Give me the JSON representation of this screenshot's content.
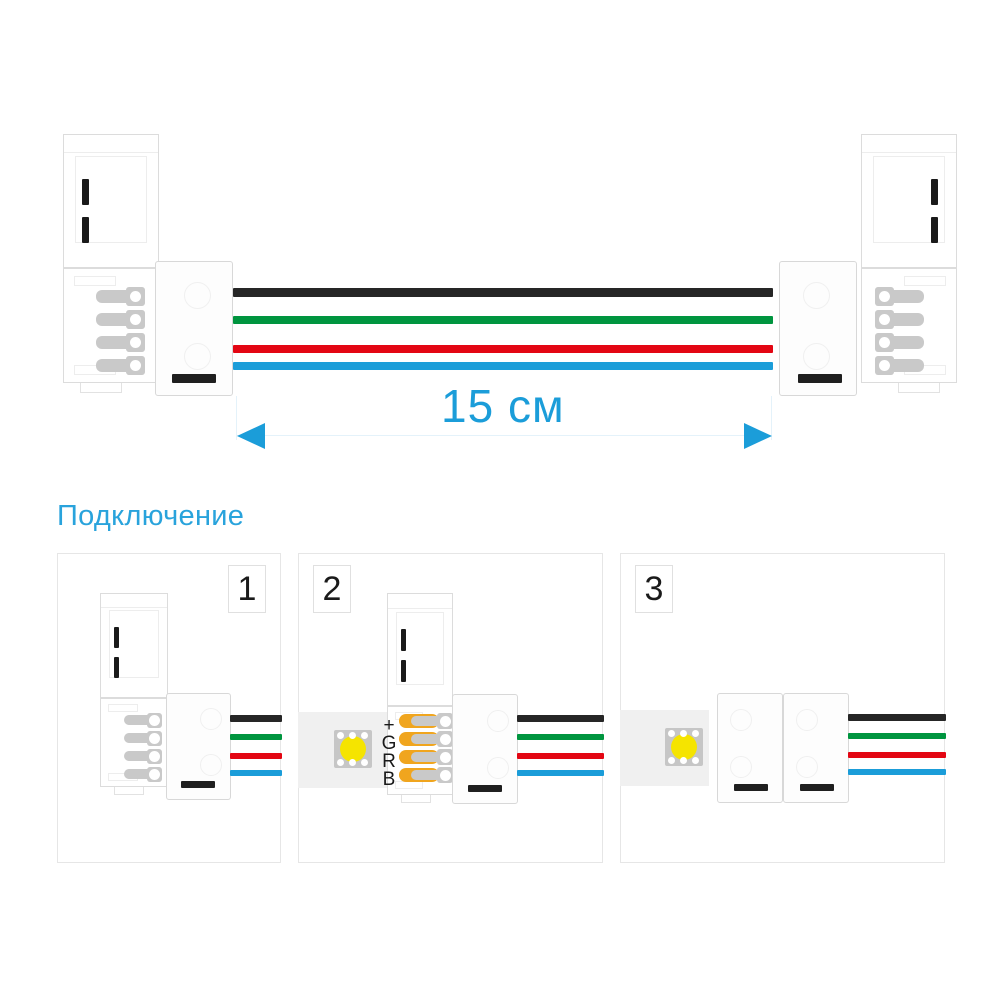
{
  "diagram": {
    "title_alt": "RGB LED strip jumper connector with 15 cm cable",
    "dimension": {
      "label": "15 см",
      "value": 15,
      "unit": "см",
      "color": "#1b9dd9"
    },
    "wires": [
      {
        "name": "black",
        "role": "+",
        "color": "#262626"
      },
      {
        "name": "green",
        "role": "G",
        "color": "#00953f"
      },
      {
        "name": "red",
        "role": "R",
        "color": "#e30613"
      },
      {
        "name": "blue",
        "role": "B",
        "color": "#1b9dd9"
      }
    ],
    "connector_colors": {
      "body": "#ffffff",
      "body_border": "#dcdcdc",
      "metal": "#c9c9c9",
      "slot": "#1a1a1a",
      "copper": "#f0a51e",
      "led_dome": "#f5e400",
      "strip_band": "#f0f0f0"
    }
  },
  "section": {
    "heading": "Подключение",
    "heading_color": "#29a3dc"
  },
  "steps": [
    {
      "number": "1",
      "badge_position": "right",
      "caption_alt": "Открыть защёлку коннектора"
    },
    {
      "number": "2",
      "badge_position": "left",
      "caption_alt": "Вставить светодиодную ленту контактами к площадкам",
      "contacts": [
        {
          "label": "+"
        },
        {
          "label": "G"
        },
        {
          "label": "R"
        },
        {
          "label": "B"
        }
      ]
    },
    {
      "number": "3",
      "badge_position": "left",
      "caption_alt": "Закрыть защёлку коннектора"
    }
  ]
}
